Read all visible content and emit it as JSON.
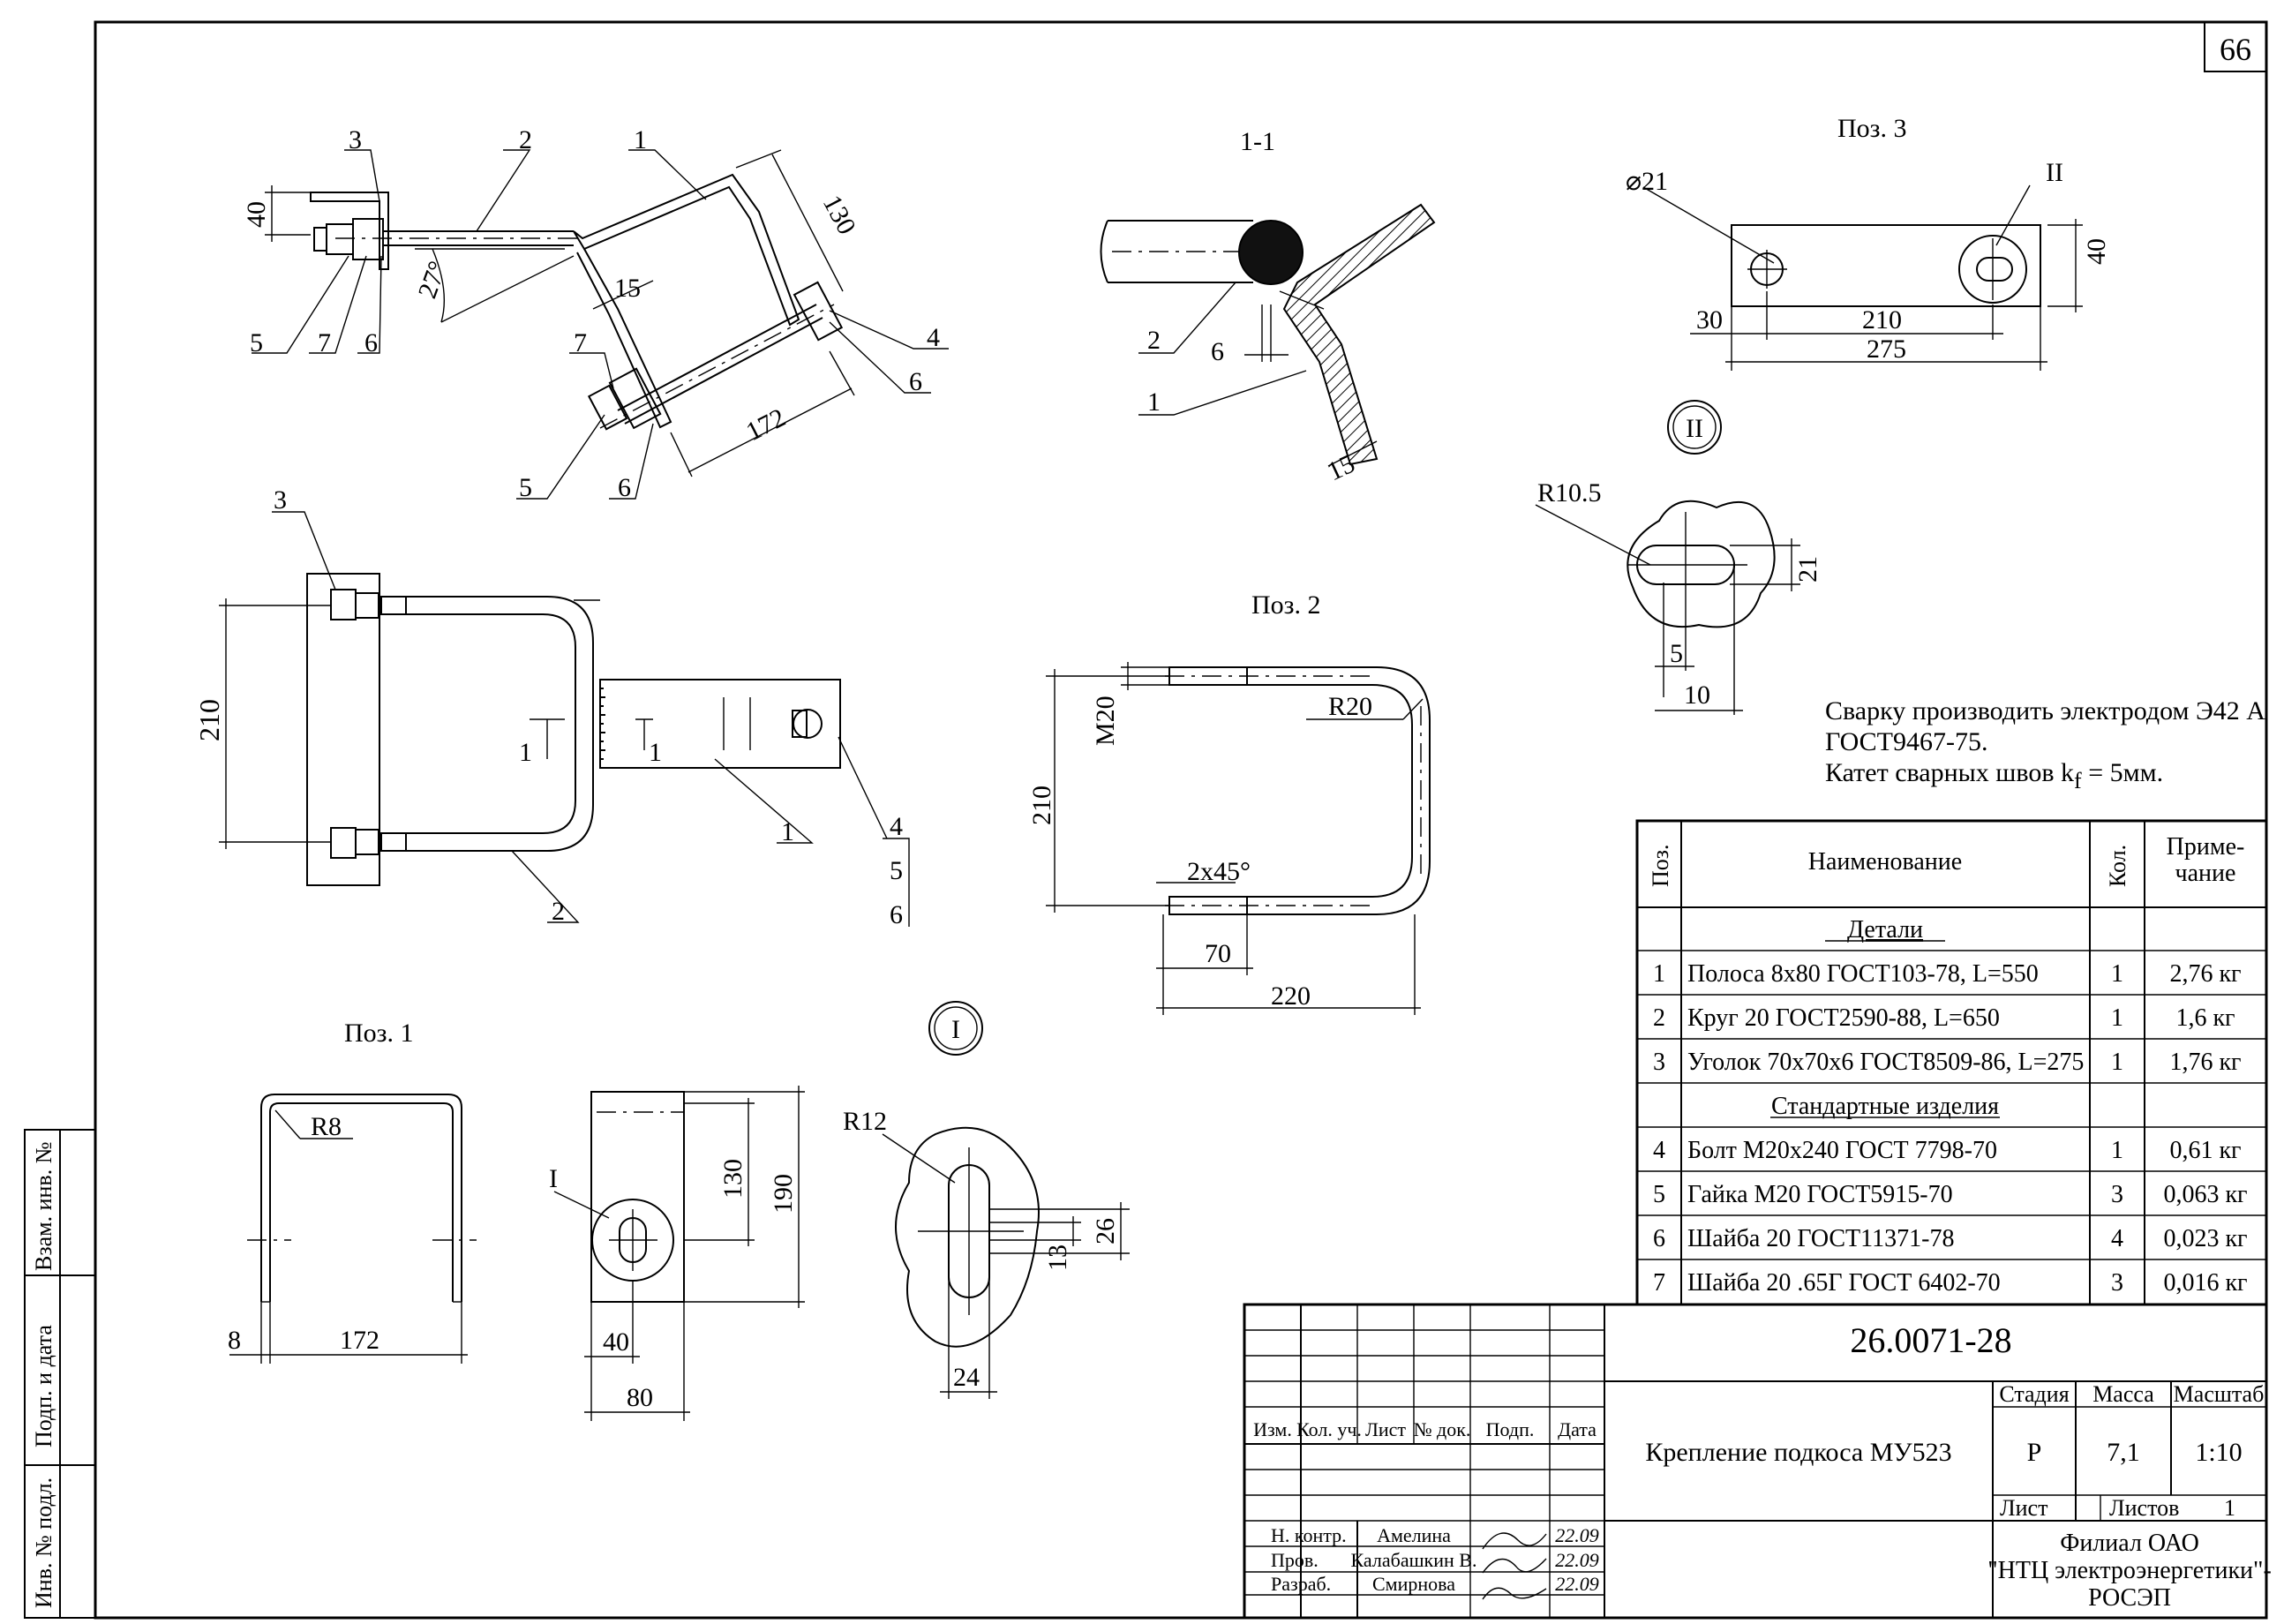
{
  "sheet_number": "66",
  "views": {
    "section_1_1": {
      "title": "1-1",
      "callouts": [
        "2",
        "6",
        "1"
      ],
      "dims": [
        "6",
        "15"
      ]
    },
    "iso": {
      "callouts": [
        "3",
        "2",
        "1",
        "5",
        "7",
        "6",
        "4",
        "6",
        "7",
        "5",
        "6"
      ],
      "dims": [
        "40",
        "27°",
        "15",
        "130",
        "172"
      ]
    },
    "top_view": {
      "callouts": [
        "3",
        "1",
        "1",
        "4",
        "5",
        "6",
        "1",
        "2"
      ],
      "dims": [
        "210"
      ]
    },
    "pos1": {
      "title": "Поз. 1",
      "dims": [
        "R8",
        "8",
        "172"
      ]
    },
    "pos1_side": {
      "label": "I",
      "dims": [
        "130",
        "190",
        "40",
        "80"
      ]
    },
    "detail_I": {
      "label": "I",
      "dims": [
        "R12",
        "13",
        "26",
        "24"
      ]
    },
    "pos2": {
      "title": "Поз. 2",
      "dims": [
        "R20",
        "M20",
        "210",
        "2x45°",
        "70",
        "220"
      ]
    },
    "pos3": {
      "title": "Поз. 3",
      "dims": [
        "⌀21",
        "II",
        "40",
        "30",
        "210",
        "275"
      ]
    },
    "detail_II": {
      "label": "II",
      "dims": [
        "R10.5",
        "21",
        "5",
        "10"
      ]
    }
  },
  "welding_note": {
    "line1": "Сварку производить электродом Э42 А",
    "line2": "ГОСТ9467-75.",
    "line3_prefix": "Катет сварных швов k",
    "line3_sub": "f",
    "line3_suffix": " = 5мм."
  },
  "spec_table": {
    "headers": {
      "pos": "Поз.",
      "name": "Наименование",
      "qty": "Кол.",
      "note": "Приме-\nчание"
    },
    "section_details": "Детали",
    "section_standard": "Стандартные изделия",
    "rows": [
      {
        "pos": "1",
        "name": "Полоса 8х80 ГОСТ103-78, L=550",
        "qty": "1",
        "note": "2,76 кг"
      },
      {
        "pos": "2",
        "name": "Круг 20 ГОСТ2590-88, L=650",
        "qty": "1",
        "note": "1,6 кг"
      },
      {
        "pos": "3",
        "name": "Уголок 70х70х6 ГОСТ8509-86, L=275",
        "qty": "1",
        "note": "1,76 кг"
      },
      {
        "pos": "4",
        "name": "Болт М20х240 ГОСТ 7798-70",
        "qty": "1",
        "note": "0,61 кг"
      },
      {
        "pos": "5",
        "name": "Гайка М20 ГОСТ5915-70",
        "qty": "3",
        "note": "0,063 кг"
      },
      {
        "pos": "6",
        "name": "Шайба 20 ГОСТ11371-78",
        "qty": "4",
        "note": "0,023 кг"
      },
      {
        "pos": "7",
        "name": "Шайба 20 .65Г ГОСТ 6402-70",
        "qty": "3",
        "note": "0,016 кг"
      }
    ]
  },
  "title_block": {
    "doc_code": "26.0071-28",
    "title": "Крепление подкоса МУ523",
    "col_headers": [
      "Изм.",
      "Кол. уч.",
      "Лист",
      "№ док.",
      "Подп.",
      "Дата"
    ],
    "stage_label": "Стадия",
    "mass_label": "Масса",
    "scale_label": "Масштаб",
    "stage": "Р",
    "mass": "7,1",
    "scale": "1:10",
    "sheet_label": "Лист",
    "sheets_label": "Листов",
    "sheets": "1",
    "roles": [
      {
        "role": "Н. контр.",
        "name": "Амелина",
        "date": "22.09"
      },
      {
        "role": "Пров.",
        "name": "Калабашкин В.",
        "date": "22.09"
      },
      {
        "role": "Разраб.",
        "name": "Смирнова",
        "date": "22.09"
      }
    ],
    "org_line1": "Филиал ОАО",
    "org_line2": "\"НТЦ электроэнергетики\"-",
    "org_line3": "РОСЭП"
  },
  "side_stamp": {
    "vzam": "Взам. инв. №",
    "podp": "Подп. и дата",
    "inv": "Инв. № подл."
  }
}
